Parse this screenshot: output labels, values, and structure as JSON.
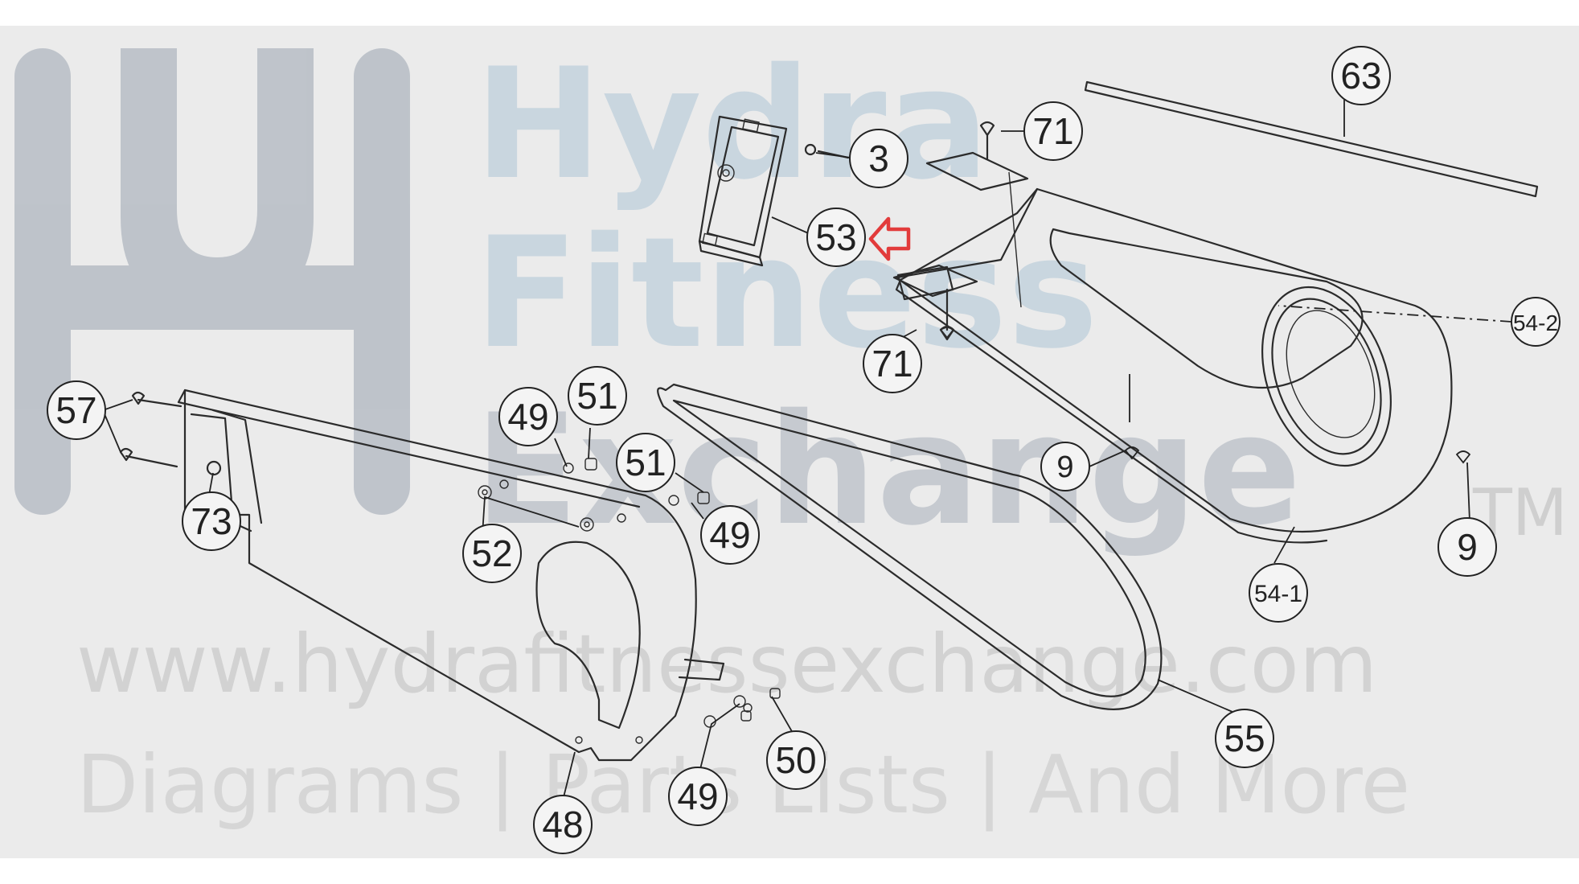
{
  "watermark": {
    "brand_line1": "Hydra",
    "brand_line2": "Fitness",
    "brand_line3": "Exchange",
    "trademark": "TM",
    "website": "www.hydrafitnessexchange.com",
    "tagline": "Diagrams | Parts Lists | And More",
    "colors": {
      "logo": "#9aa4b0",
      "brand_text": "#aec6d6",
      "sub_text": "#d2d2d2"
    }
  },
  "colors": {
    "background": "#ebebeb",
    "line": "#2b2b2b",
    "highlight_arrow": "#e23b3b"
  },
  "callouts": [
    {
      "label": "63"
    },
    {
      "label": "71"
    },
    {
      "label": "3"
    },
    {
      "label": "53"
    },
    {
      "label": "54-2"
    },
    {
      "label": "71"
    },
    {
      "label": "57"
    },
    {
      "label": "51"
    },
    {
      "label": "49"
    },
    {
      "label": "51"
    },
    {
      "label": "9"
    },
    {
      "label": "73"
    },
    {
      "label": "49"
    },
    {
      "label": "52"
    },
    {
      "label": "9"
    },
    {
      "label": "54-1"
    },
    {
      "label": "55"
    },
    {
      "label": "50"
    },
    {
      "label": "49"
    },
    {
      "label": "48"
    }
  ],
  "highlight_arrow": {
    "points_to": "53",
    "icon": "arrow-left-icon"
  }
}
